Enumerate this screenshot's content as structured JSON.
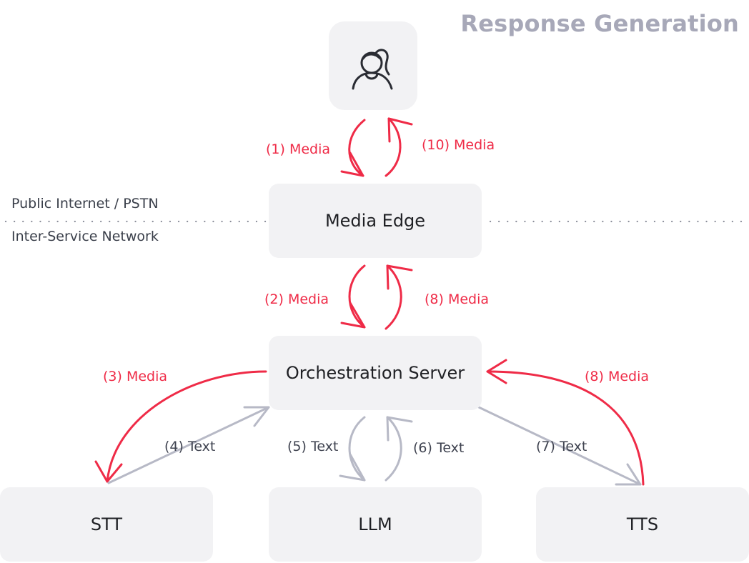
{
  "title": "Response Generation",
  "zones": {
    "top": "Public Internet / PSTN",
    "bottom": "Inter-Service Network"
  },
  "nodes": {
    "media_edge": "Media Edge",
    "orchestration": "Orchestration Server",
    "stt": "STT",
    "llm": "LLM",
    "tts": "TTS"
  },
  "edges": [
    {
      "id": "e1",
      "label": "(1) Media",
      "type": "media"
    },
    {
      "id": "e10",
      "label": "(10) Media",
      "type": "media"
    },
    {
      "id": "e2",
      "label": "(2) Media",
      "type": "media"
    },
    {
      "id": "e8a",
      "label": "(8) Media",
      "type": "media"
    },
    {
      "id": "e3",
      "label": "(3) Media",
      "type": "media"
    },
    {
      "id": "e8b",
      "label": "(8) Media",
      "type": "media"
    },
    {
      "id": "e4",
      "label": "(4) Text",
      "type": "text"
    },
    {
      "id": "e5",
      "label": "(5) Text",
      "type": "text"
    },
    {
      "id": "e6",
      "label": "(6) Text",
      "type": "text"
    },
    {
      "id": "e7",
      "label": "(7) Text",
      "type": "text"
    }
  ],
  "colors": {
    "media": "#ef2b47",
    "text": "#b7b9c6",
    "box": "#f2f2f4",
    "title": "#a7a8b8"
  },
  "icons": {
    "user": "user-avatar-icon"
  }
}
